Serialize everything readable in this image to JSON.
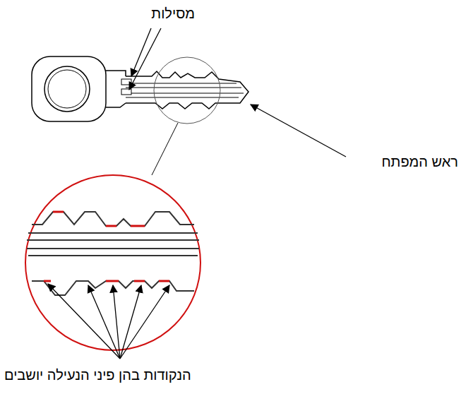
{
  "diagram": {
    "labels": [
      "מסילות",
      "ראש המפתח",
      "הנקודות בהן פיני הנעילה יושבים"
    ]
  }
}
